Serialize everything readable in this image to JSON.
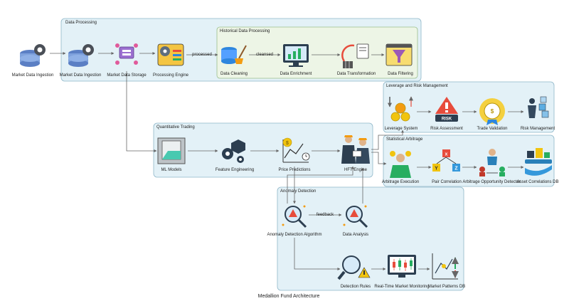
{
  "caption": "Medallion Fund Architecture",
  "colors": {
    "group_fill": "#e3f1f7",
    "group_fill_alt": "#edf5e6",
    "group_stroke": "#8fb7c9",
    "edge": "#666666"
  },
  "groups": {
    "data_processing": "Data Processing",
    "historical": "Historical Data Processing",
    "leverage": "Leverage and Risk Management",
    "statistical": "Statistical Arbitrage",
    "quant": "Quantitative Trading",
    "anomaly": "Anomaly Detection"
  },
  "nodes": {
    "ingest1": "Market Data Ingestion",
    "ingest2": "Market Data Ingestion",
    "storage": "Market Data Storage",
    "processing": "Processing Engine",
    "cleaning": "Data Cleaning",
    "enrichment": "Data Enrichment",
    "transformation": "Data Transformation",
    "filtering": "Data Filtering",
    "leverage_system": "Leverage System",
    "risk_assessment": "Risk Assessment",
    "trade_validation": "Trade Validation",
    "risk_management": "Risk Management",
    "ml_models": "ML Models",
    "feature_eng": "Feature Engineering",
    "price_pred": "Price Predictions",
    "hft": "HFT Engine",
    "arb_exec": "Arbitrage Execution",
    "pair_corr": "Pair Correlation",
    "arb_detector": "Arbitrage Opportunity Detector",
    "asset_corr": "Asset Correlations DB",
    "anomaly_algo": "Anomaly Detection Algorithm",
    "data_analysis": "Data Analysis",
    "detection_rules": "Detection Rules",
    "rt_monitor": "Real-Time Market Monitoring",
    "patterns_db": "Market Patterns DB"
  },
  "edge_labels": {
    "processed": "processed",
    "cleansed": "cleansed",
    "feedback": "feedback"
  },
  "risk_badge": "RISK"
}
